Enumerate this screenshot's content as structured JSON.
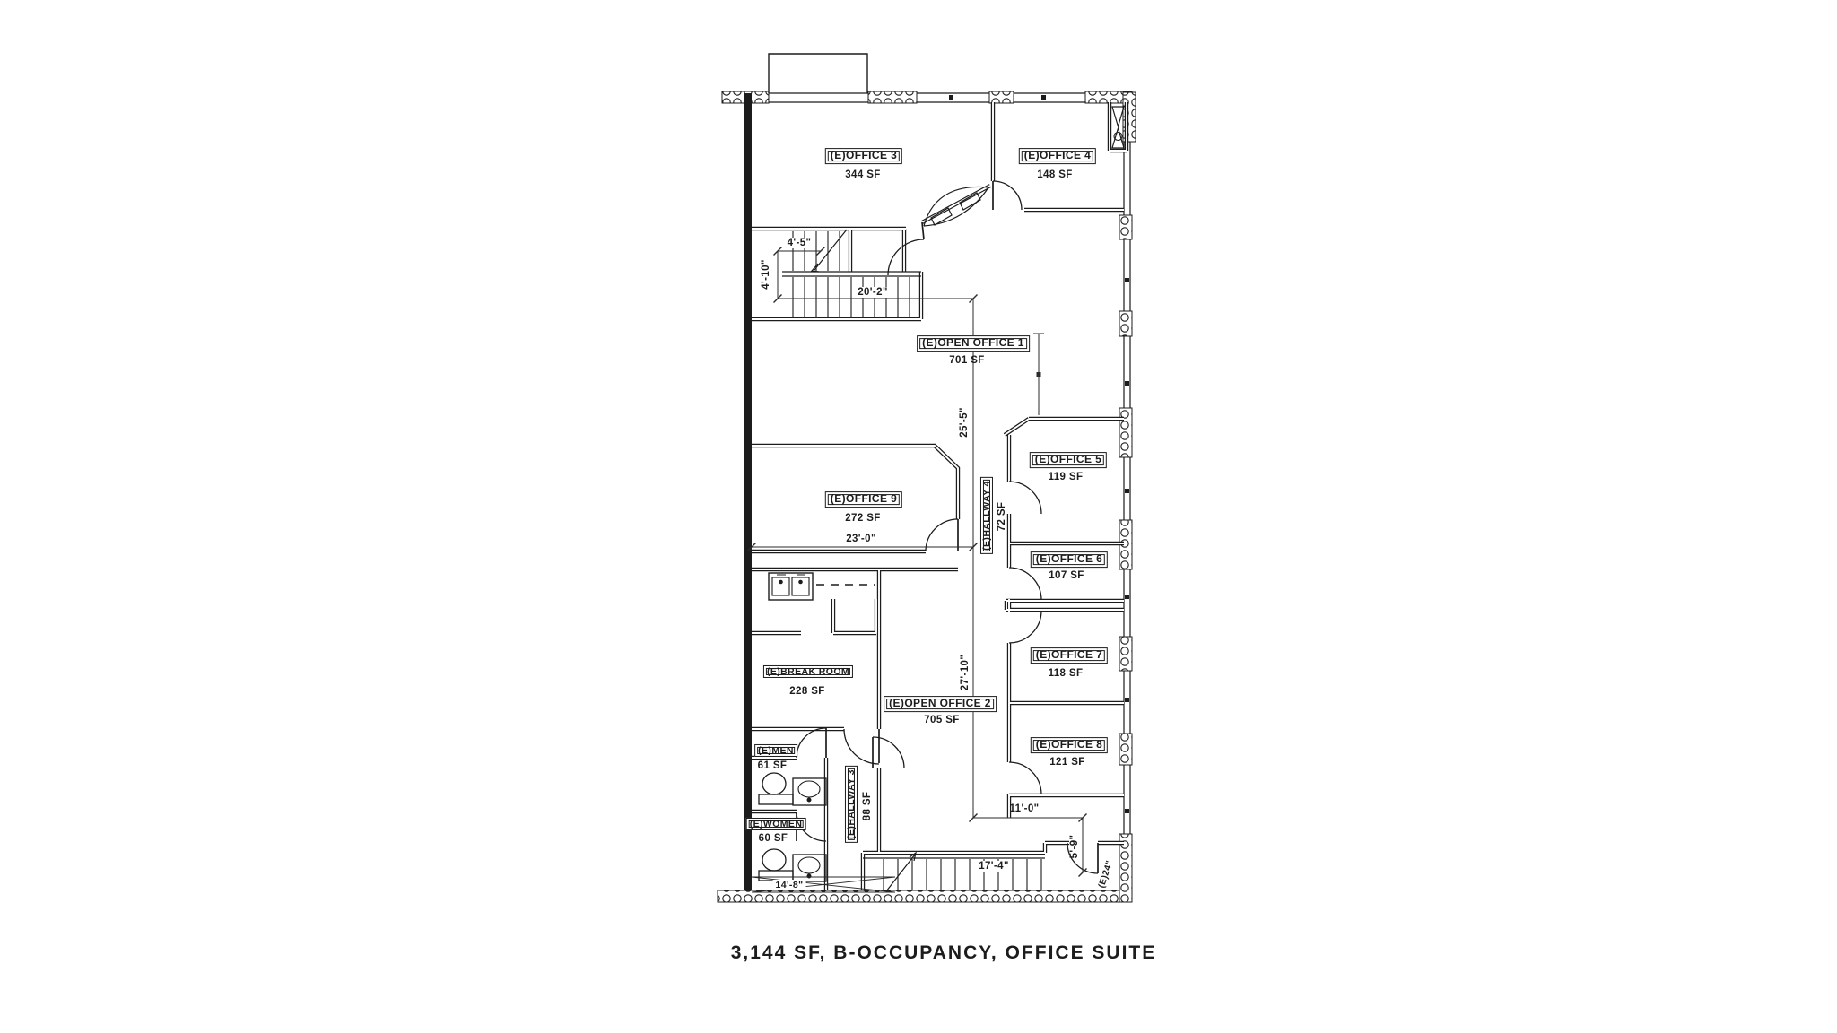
{
  "title": "3,144 SF, B-OCCUPANCY, OFFICE SUITE",
  "colors": {
    "line": "#1c1c1c",
    "background": "#ffffff"
  },
  "rooms": {
    "office3": {
      "name": "(E)OFFICE 3",
      "area": "344 SF"
    },
    "office4": {
      "name": "(E)OFFICE 4",
      "area": "148 SF"
    },
    "open_office1": {
      "name": "(E)OPEN OFFICE 1",
      "area": "701 SF"
    },
    "office9": {
      "name": "(E)OFFICE 9",
      "area": "272 SF"
    },
    "hallway4": {
      "name": "(E)HALLWAY 4",
      "area": "72 SF"
    },
    "office5": {
      "name": "(E)OFFICE 5",
      "area": "119 SF"
    },
    "office6": {
      "name": "(E)OFFICE 6",
      "area": "107 SF"
    },
    "office7": {
      "name": "(E)OFFICE 7",
      "area": "118 SF"
    },
    "office8": {
      "name": "(E)OFFICE 8",
      "area": "121 SF"
    },
    "break_room": {
      "name": "(E)BREAK ROOM",
      "area": "228 SF"
    },
    "open_office2": {
      "name": "(E)OPEN OFFICE 2",
      "area": "705 SF"
    },
    "men": {
      "name": "(E)MEN",
      "area": "61 SF"
    },
    "women": {
      "name": "(E)WOMEN",
      "area": "60 SF"
    },
    "hallway3": {
      "name": "(E)HALLWAY 3",
      "area": "88 SF"
    }
  },
  "dimensions": {
    "stair_top_width": "4'-5\"",
    "stair_top_depth": "4'-10\"",
    "stair_run": "20'-2\"",
    "open1_length": "25'-5\"",
    "office9_width": "23'-0\"",
    "open2_length": "27'-10\"",
    "entry_width": "11'-0\"",
    "entry_depth": "5'-9\"",
    "stair2_run": "17'-4\"",
    "restroom_width": "14'-8\"",
    "door_offset": "(E)24\""
  }
}
